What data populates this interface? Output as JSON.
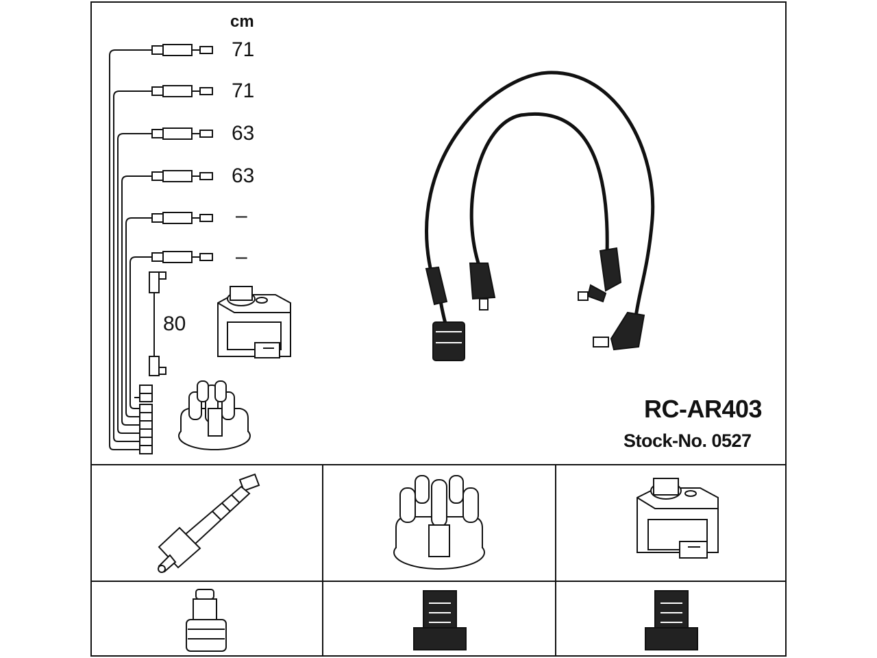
{
  "legend": {
    "unit": "cm",
    "lengths": [
      "71",
      "71",
      "63",
      "63",
      "–",
      "–"
    ],
    "coil_lead_length": "80"
  },
  "product": {
    "code": "RC-AR403",
    "stock_label": "Stock-No. 0527"
  }
}
